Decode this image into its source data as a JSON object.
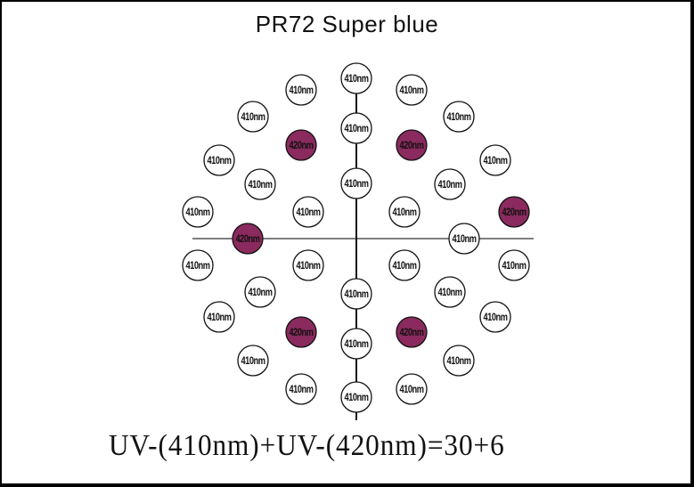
{
  "title": "PR72 Super blue",
  "formula": "UV-(410nm)+UV-(420nm)=30+6",
  "colors": {
    "led_410_fill": "#ffffff",
    "led_420_fill": "#8a2a5e",
    "stroke": "#111111",
    "axis": "#555555"
  },
  "led_labels": {
    "uv410": "410nm",
    "uv420": "420nm"
  },
  "leds": [
    {
      "label": "410nm",
      "type": "uv410"
    },
    {
      "label": "410nm",
      "type": "uv410"
    },
    {
      "label": "410nm",
      "type": "uv410"
    },
    {
      "label": "410nm",
      "type": "uv410"
    },
    {
      "label": "410nm",
      "type": "uv410"
    },
    {
      "label": "420nm",
      "type": "uv420"
    },
    {
      "label": "410nm",
      "type": "uv410"
    },
    {
      "label": "420nm",
      "type": "uv420"
    },
    {
      "label": "410nm",
      "type": "uv410"
    },
    {
      "label": "410nm",
      "type": "uv410"
    },
    {
      "label": "410nm",
      "type": "uv410"
    },
    {
      "label": "410nm",
      "type": "uv410"
    },
    {
      "label": "410nm",
      "type": "uv410"
    },
    {
      "label": "410nm",
      "type": "uv410"
    },
    {
      "label": "410nm",
      "type": "uv410"
    },
    {
      "label": "410nm",
      "type": "uv410"
    },
    {
      "label": "420nm",
      "type": "uv420"
    },
    {
      "label": "420nm",
      "type": "uv420"
    },
    {
      "label": "410nm",
      "type": "uv410"
    },
    {
      "label": "410nm",
      "type": "uv410"
    },
    {
      "label": "410nm",
      "type": "uv410"
    },
    {
      "label": "410nm",
      "type": "uv410"
    },
    {
      "label": "410nm",
      "type": "uv410"
    },
    {
      "label": "410nm",
      "type": "uv410"
    },
    {
      "label": "410nm",
      "type": "uv410"
    },
    {
      "label": "410nm",
      "type": "uv410"
    },
    {
      "label": "410nm",
      "type": "uv410"
    },
    {
      "label": "410nm",
      "type": "uv410"
    },
    {
      "label": "420nm",
      "type": "uv420"
    },
    {
      "label": "410nm",
      "type": "uv410"
    },
    {
      "label": "420nm",
      "type": "uv420"
    },
    {
      "label": "410nm",
      "type": "uv410"
    },
    {
      "label": "410nm",
      "type": "uv410"
    },
    {
      "label": "410nm",
      "type": "uv410"
    },
    {
      "label": "410nm",
      "type": "uv410"
    },
    {
      "label": "410nm",
      "type": "uv410"
    }
  ]
}
